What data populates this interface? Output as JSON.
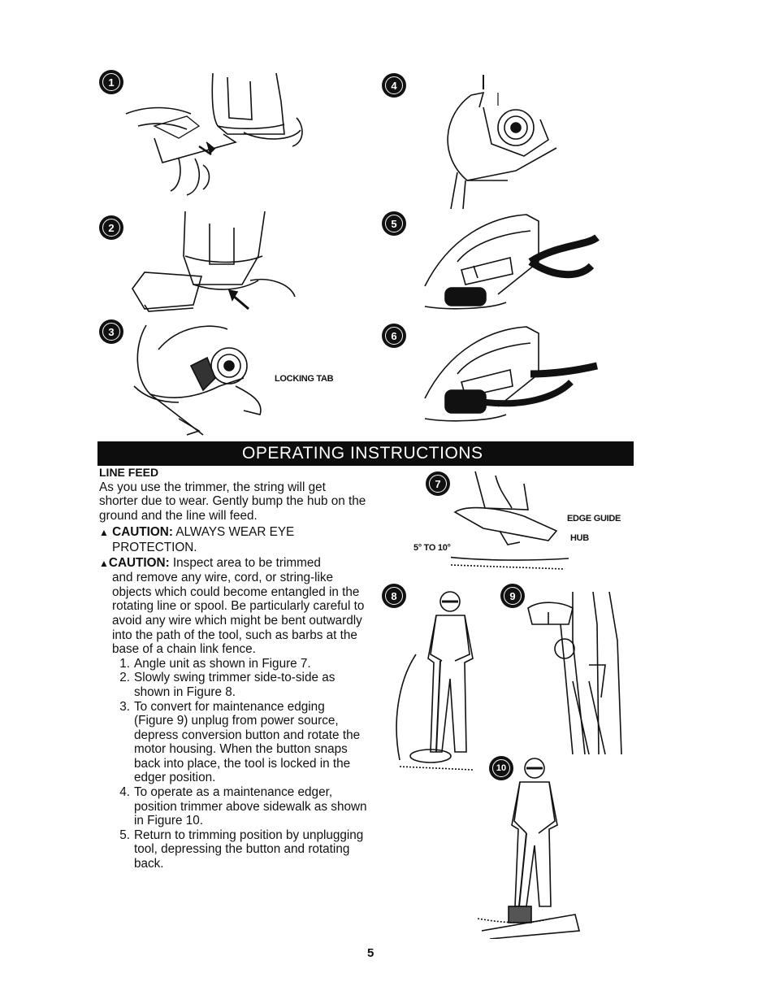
{
  "header": {
    "title": "OPERATING INSTRUCTIONS"
  },
  "figures": [
    {
      "badge": "1"
    },
    {
      "badge": "2"
    },
    {
      "badge": "3",
      "callout": "LOCKING TAB"
    },
    {
      "badge": "4"
    },
    {
      "badge": "5"
    },
    {
      "badge": "6"
    },
    {
      "badge": "7",
      "callouts": [
        "EDGE GUIDE",
        "HUB",
        "5° TO 10°"
      ]
    },
    {
      "badge": "8"
    },
    {
      "badge": "9"
    },
    {
      "badge": "10"
    }
  ],
  "line_feed": {
    "heading": "LINE FEED",
    "body": "As you use the trimmer, the string will get shorter due to wear. Gently bump the hub on the ground and the line will feed.",
    "caution1_label": "CAUTION:",
    "caution1_text_a": "ALWAYS WEAR EYE",
    "caution1_text_b": "PROTECTION.",
    "caution2_label": "CAUTION:",
    "caution2_text_a": "Inspect area to be trimmed",
    "caution2_text_b": "and remove any wire, cord, or string-like objects which could become entangled in the rotating line or spool. Be particularly careful to avoid any wire which might be bent outwardly into the path of the tool, such as barbs at the base of a chain link fence."
  },
  "steps": [
    {
      "num": "1.",
      "text": "Angle unit as shown in Figure 7."
    },
    {
      "num": "2.",
      "text": "Slowly swing trimmer side-to-side as shown in Figure 8."
    },
    {
      "num": "3.",
      "text": "To convert for maintenance edging (Figure 9) unplug from power source, depress conversion button and rotate the motor housing. When the button snaps back into place, the tool is locked in the edger position."
    },
    {
      "num": "4.",
      "text": "To operate as a maintenance edger, position trimmer above sidewalk as shown in Figure 10."
    },
    {
      "num": "5.",
      "text": "Return to trimming position by unplugging tool, depressing the button and rotating back."
    }
  ],
  "footer": {
    "page_number": "5"
  }
}
